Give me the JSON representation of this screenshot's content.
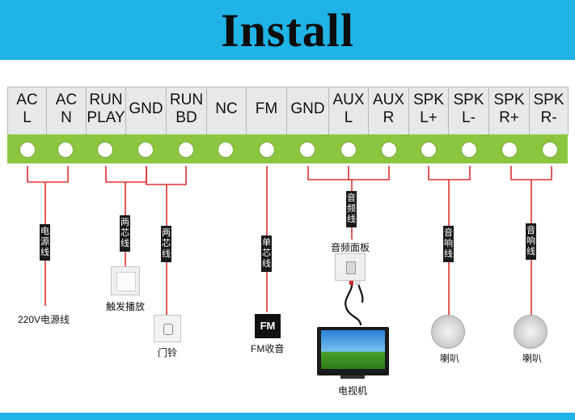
{
  "title": "Install",
  "terminals": [
    {
      "l1": "AC",
      "l2": "L"
    },
    {
      "l1": "AC",
      "l2": "N"
    },
    {
      "l1": "RUN",
      "l2": "PLAY"
    },
    {
      "l1": "GND",
      "l2": ""
    },
    {
      "l1": "RUN",
      "l2": "BD"
    },
    {
      "l1": "NC",
      "l2": ""
    },
    {
      "l1": "FM",
      "l2": ""
    },
    {
      "l1": "GND",
      "l2": ""
    },
    {
      "l1": "AUX",
      "l2": "L"
    },
    {
      "l1": "AUX",
      "l2": "R"
    },
    {
      "l1": "SPK",
      "l2": "L+"
    },
    {
      "l1": "SPK",
      "l2": "L-"
    },
    {
      "l1": "SPK",
      "l2": "R+"
    },
    {
      "l1": "SPK",
      "l2": "R-"
    }
  ],
  "wire_labels": {
    "power": "电源线",
    "two_core_1": "两芯线",
    "two_core_2": "两芯线",
    "single_core": "单芯线",
    "audio": "音频线",
    "speaker_1": "音响线",
    "speaker_2": "音响线"
  },
  "devices": {
    "power": "220V电源线",
    "trigger": "触发播放",
    "doorbell": "门铃",
    "fm": "FM收音",
    "fm_icon_text": "FM",
    "audio_panel": "音频面板",
    "tv": "电视机",
    "speaker_1": "喇叭",
    "speaker_2": "喇叭"
  },
  "colors": {
    "banner": "#1fb3e6",
    "terminal_green": "#8cc63f",
    "wire": "#e03030"
  }
}
